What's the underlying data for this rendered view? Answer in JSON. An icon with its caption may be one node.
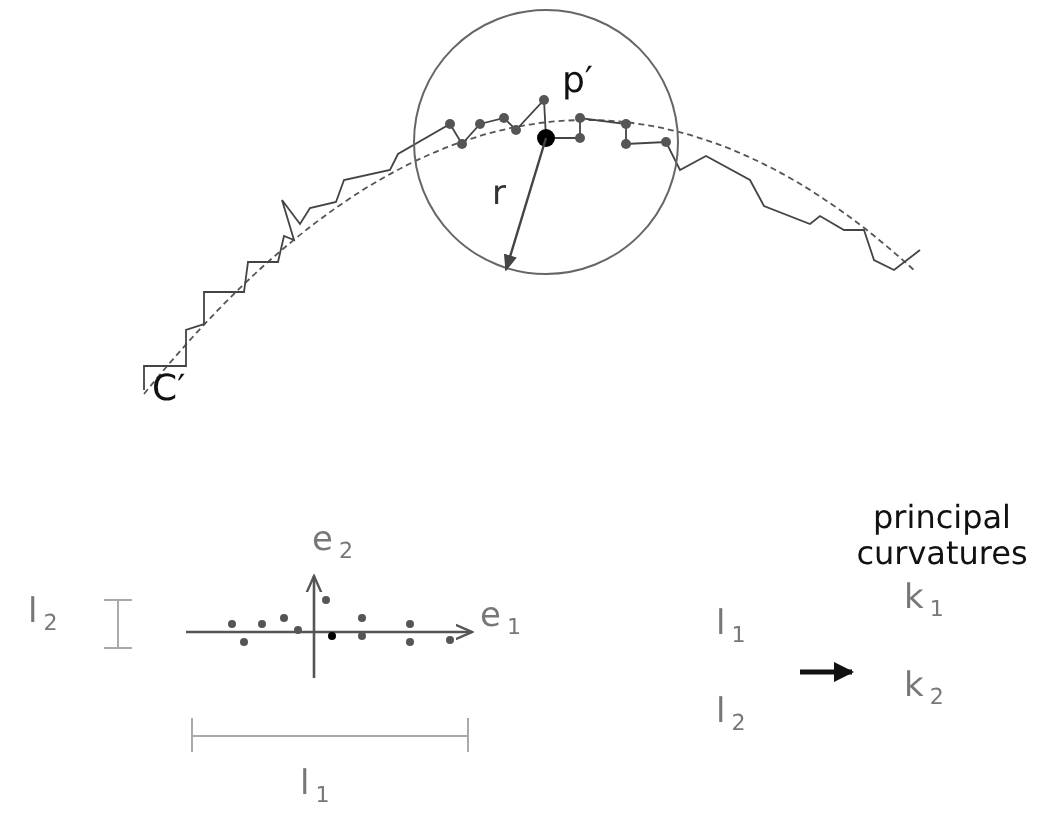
{
  "diagram": {
    "nodes": [
      {
        "text": [
          "l$_{1}$",
          "l$_{2}$"
        ]
      },
      {
        "text": [
          "principal curvatures",
          "k$_{1}$",
          "k$_{2}$"
        ]
      }
    ],
    "edges": [
      {
        "from": 0,
        "to": 1,
        "arrow": "to"
      }
    ],
    "labels": [
      "C′",
      "p′",
      "r",
      "e$_{2}$",
      "e$_{1}$",
      "l$_{2}$",
      "l$_{1}$"
    ]
  }
}
